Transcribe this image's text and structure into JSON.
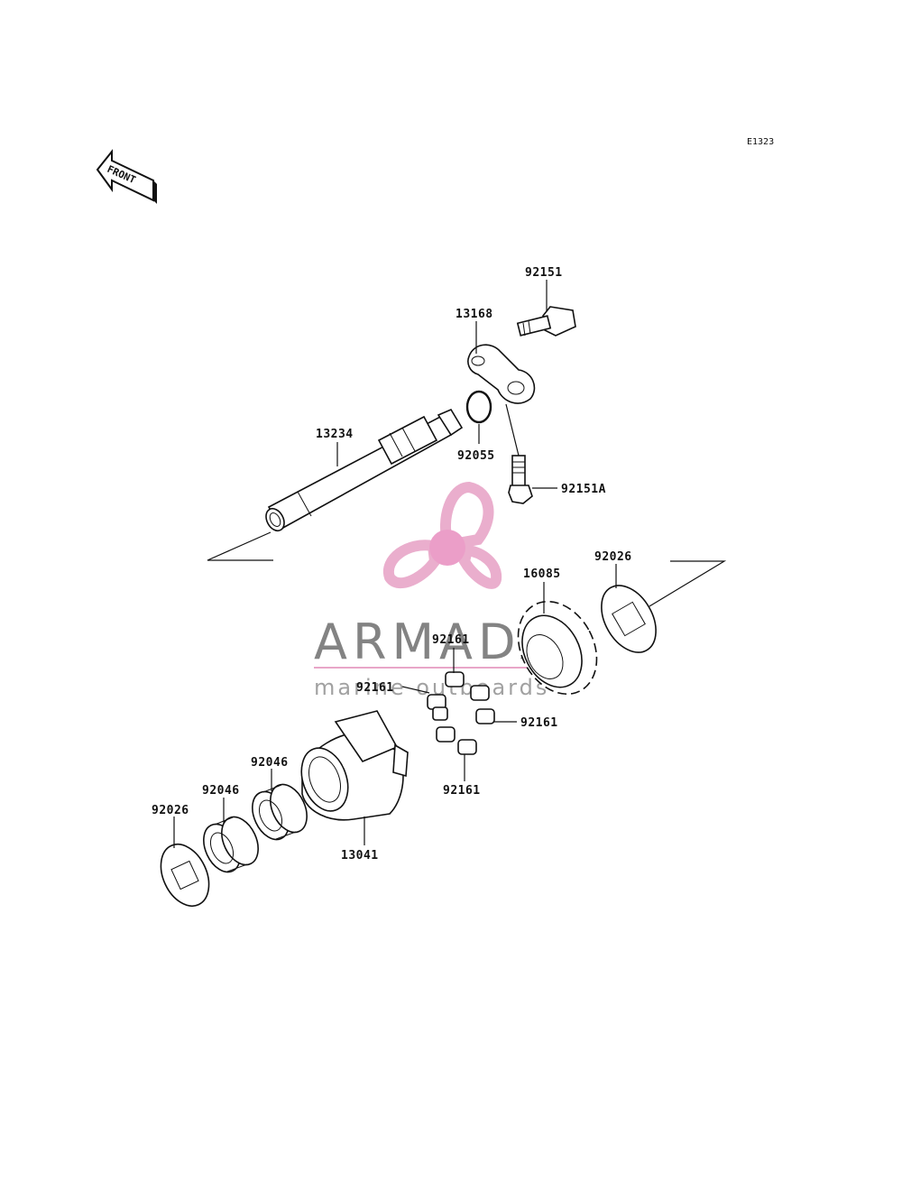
{
  "diagram_code": "E1323",
  "front_label": "FRONT",
  "watermark": {
    "brand": "ARMADA",
    "tagline": "marine outboards",
    "color_petal": "#e8a6c8",
    "color_hub": "#e994c3",
    "color_text": "#6e6e6e"
  },
  "parts": [
    {
      "id": "p-92151",
      "number": "92151"
    },
    {
      "id": "p-13168",
      "number": "13168"
    },
    {
      "id": "p-13234",
      "number": "13234"
    },
    {
      "id": "p-92055",
      "number": "92055"
    },
    {
      "id": "p-92151a",
      "number": "92151A"
    },
    {
      "id": "p-92026-right",
      "number": "92026"
    },
    {
      "id": "p-16085",
      "number": "16085"
    },
    {
      "id": "p-92161-top",
      "number": "92161"
    },
    {
      "id": "p-92161-left",
      "number": "92161"
    },
    {
      "id": "p-92161-right",
      "number": "92161"
    },
    {
      "id": "p-92161-bottom",
      "number": "92161"
    },
    {
      "id": "p-92046-right",
      "number": "92046"
    },
    {
      "id": "p-92046-left",
      "number": "92046"
    },
    {
      "id": "p-92026-left",
      "number": "92026"
    },
    {
      "id": "p-13041",
      "number": "13041"
    }
  ]
}
